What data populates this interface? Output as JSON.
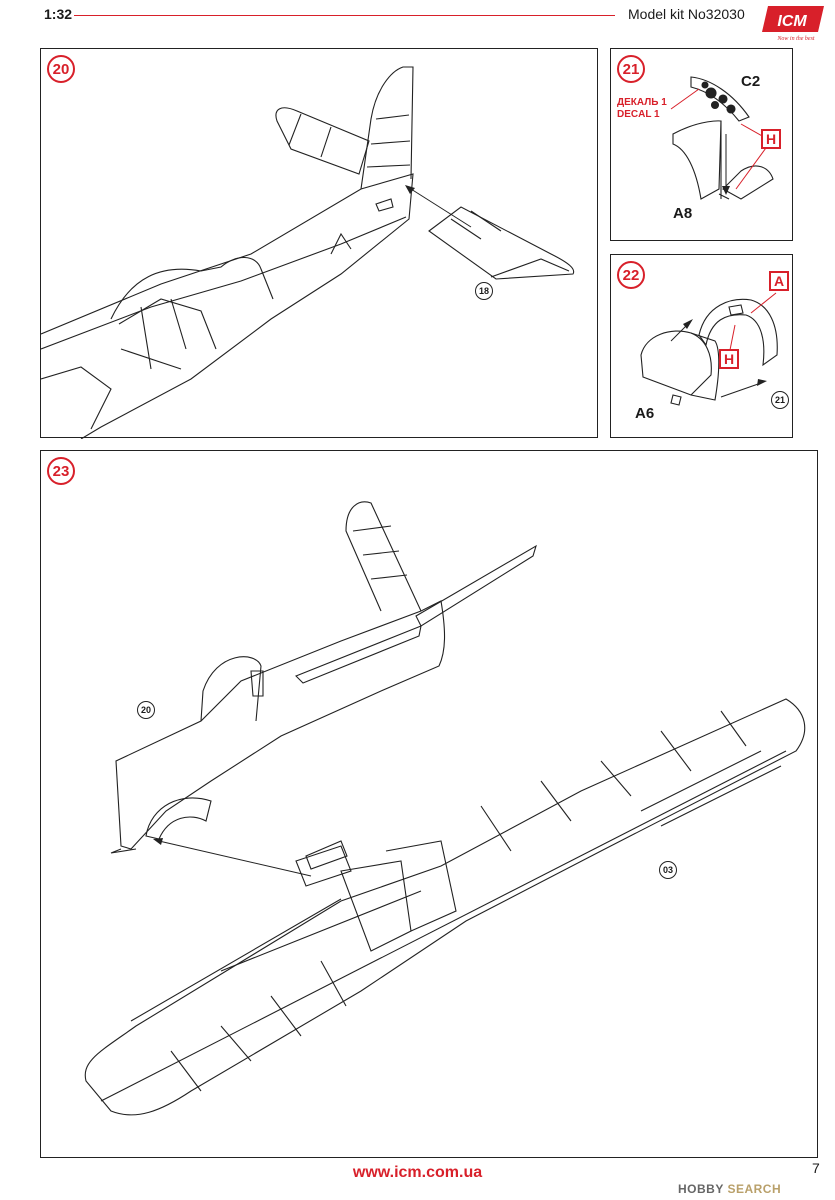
{
  "header": {
    "scale": "1:32",
    "kit": "Model kit No32030",
    "logo_text": "ICM",
    "logo_tagline": "Now in the best"
  },
  "steps": {
    "s20": {
      "number": "20",
      "refs": [
        "18"
      ]
    },
    "s21": {
      "number": "21",
      "part_c2": "C2",
      "part_a8": "A8",
      "tag": "H",
      "decal_ru": "ДЕКАЛЬ 1",
      "decal_en": "DECAL 1"
    },
    "s22": {
      "number": "22",
      "part_a6": "A6",
      "tag_a": "A",
      "tag_h": "H",
      "ref": "21"
    },
    "s23": {
      "number": "23",
      "ref_fuselage": "20",
      "ref_wing": "03"
    }
  },
  "footer": {
    "url": "www.icm.com.ua",
    "page": "7",
    "watermark_a": "HOBBY ",
    "watermark_b": "SEARCH"
  },
  "colors": {
    "accent": "#d8202a",
    "line": "#222222"
  }
}
